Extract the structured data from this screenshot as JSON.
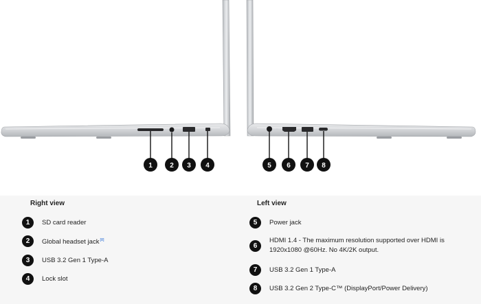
{
  "markers": [
    "1",
    "2",
    "3",
    "4",
    "5",
    "6",
    "7",
    "8"
  ],
  "right_view": {
    "title": "Right view",
    "items": [
      {
        "num": "1",
        "label": "SD card reader",
        "sup": ""
      },
      {
        "num": "2",
        "label": "Global headset jack",
        "sup": "[8]"
      },
      {
        "num": "3",
        "label": "USB 3.2 Gen 1 Type-A",
        "sup": ""
      },
      {
        "num": "4",
        "label": "Lock slot",
        "sup": ""
      }
    ]
  },
  "left_view": {
    "title": "Left view",
    "items": [
      {
        "num": "5",
        "label": "Power jack",
        "sup": ""
      },
      {
        "num": "6",
        "label": "HDMI 1.4 - The maximum resolution supported over HDMI is 1920x1080 @60Hz. No 4K/2K output.",
        "sup": ""
      },
      {
        "num": "7",
        "label": "USB 3.2 Gen 1 Type-A",
        "sup": ""
      },
      {
        "num": "8",
        "label": "USB 3.2 Gen 2 Type-C™ (DisplayPort/Power Delivery)",
        "sup": ""
      }
    ]
  }
}
